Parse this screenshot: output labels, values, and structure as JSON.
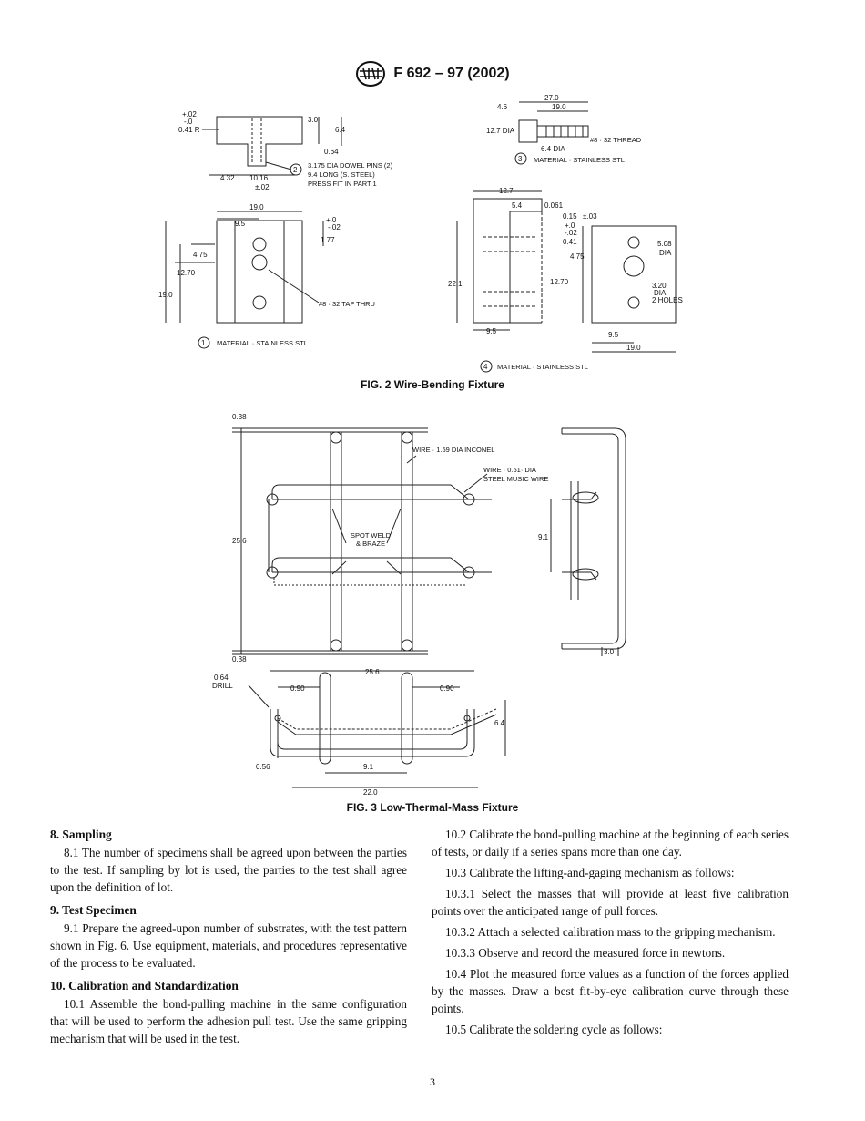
{
  "header": {
    "doc_id": "F 692 – 97 (2002)"
  },
  "figure2": {
    "caption": "FIG. 2 Wire-Bending Fixture",
    "part1": {
      "top_dims": [
        "+.02",
        "-.0",
        "0.41 R",
        "3.0",
        "6.4",
        "0.64",
        "4.32",
        "10.16",
        "±.02"
      ],
      "note": [
        "3.175 DIA DOWEL PINS (2)",
        "9.4 LONG (S. STEEL)",
        "PRESS FIT IN PART 1"
      ],
      "front_dims": [
        "19.0",
        "9.5",
        "+.0",
        "-.02",
        "1.77",
        "4.75",
        "12.70",
        "19.0"
      ],
      "tap_label": "#8 · 32 TAP THRU",
      "material": "MATERIAL · STAINLESS STL"
    },
    "part3": {
      "dims": [
        "27.0",
        "4.6",
        "19.0",
        "12.7 DIA",
        "#8 · 32 THREAD",
        "6.4 DIA"
      ],
      "material": "MATERIAL · STAINLESS STL"
    },
    "part4": {
      "dims": [
        "12.7",
        "5.4",
        "0.061",
        "0.15",
        "±.03",
        "+.0",
        "-.02",
        "0.41",
        "4.75",
        "22.1",
        "12.70",
        "5.08",
        "DIA",
        "3.20",
        "DIA",
        "2 HOLES",
        "9.5",
        "9.5",
        "19.0"
      ],
      "material": "MATERIAL · STAINLESS STL"
    },
    "callouts": [
      "1",
      "2",
      "3",
      "4"
    ]
  },
  "figure3": {
    "caption": "FIG. 3 Low-Thermal-Mass Fixture",
    "top_dims": [
      "0.38",
      "25.6",
      "0.38",
      "9.1",
      "3.0"
    ],
    "labels": [
      "WIRE · 1.59 DIA INCONEL",
      "WIRE · 0.51· DIA",
      "STEEL MUSIC WIRE",
      "SPOT WELD",
      "& BRAZE"
    ],
    "bottom_dims": [
      "0.64",
      "DRILL",
      "25.6",
      "0.90",
      "0.90",
      "6.4",
      "0.56",
      "9.1",
      "22.0"
    ]
  },
  "text": {
    "s8_title": "8. Sampling",
    "s8_1": "8.1 The number of specimens shall be agreed upon between the parties to the test. If sampling by lot is used, the parties to the test shall agree upon the definition of lot.",
    "s9_title": "9. Test Specimen",
    "s9_1": "9.1 Prepare the agreed-upon number of substrates, with the test pattern shown in Fig. 6. Use equipment, materials, and procedures representative of the process to be evaluated.",
    "s10_title": "10. Calibration and Standardization",
    "s10_1": "10.1 Assemble the bond-pulling machine in the same configuration that will be used to perform the adhesion pull test. Use the same gripping mechanism that will be used in the test.",
    "s10_2": "10.2 Calibrate the bond-pulling machine at the beginning of each series of tests, or daily if a series spans more than one day.",
    "s10_3": "10.3 Calibrate the lifting-and-gaging mechanism as follows:",
    "s10_3_1": "10.3.1 Select the masses that will provide at least five calibration points over the anticipated range of pull forces.",
    "s10_3_2": "10.3.2 Attach a selected calibration mass to the gripping mechanism.",
    "s10_3_3": "10.3.3 Observe and record the measured force in newtons.",
    "s10_4": "10.4 Plot the measured force values as a function of the forces applied by the masses. Draw a best fit-by-eye calibration curve through these points.",
    "s10_5": "10.5 Calibrate the soldering cycle as follows:"
  },
  "page_number": "3"
}
